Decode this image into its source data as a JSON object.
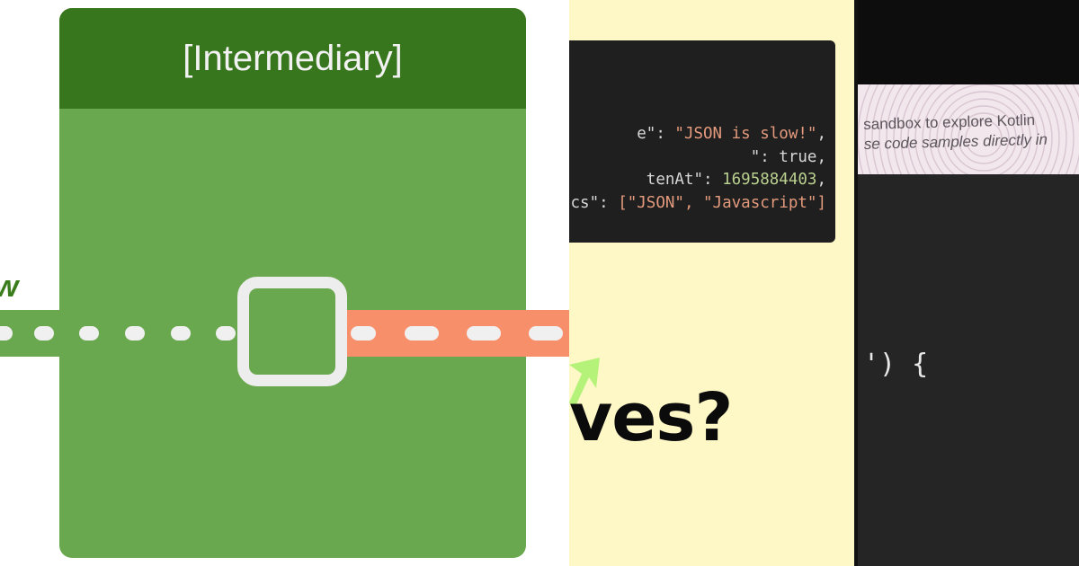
{
  "panel_diagram": {
    "partial_label": "w",
    "title": "[Intermediary]",
    "colors": {
      "header": "#38761d",
      "body": "#6aa84f",
      "incoming_band": "#6aa84f",
      "outgoing_band": "#f7906a",
      "frame": "#ededed"
    }
  },
  "panel_json": {
    "code_lines": [
      {
        "key_fragment": "e\"",
        "value": "\"JSON is slow!\"",
        "value_kind": "string",
        "trail": ","
      },
      {
        "key_fragment": "\"",
        "value": "true",
        "value_kind": "keyword",
        "trail": ","
      },
      {
        "key_fragment": "tenAt\"",
        "value": "1695884403",
        "value_kind": "number",
        "trail": ","
      },
      {
        "key_fragment": "cs\"",
        "value": "[\"JSON\", \"Javascript\"]",
        "value_kind": "string",
        "trail": ""
      }
    ],
    "headline_fragment": "ves?",
    "colors": {
      "background": "#fef7c6",
      "code_bg": "#1f1f1f",
      "arrow": "#b5f27a"
    }
  },
  "panel_kotlin": {
    "banner_line1": "sandbox to explore Kotlin",
    "banner_line2": "se code samples directly in",
    "code_fragment": "') {"
  }
}
